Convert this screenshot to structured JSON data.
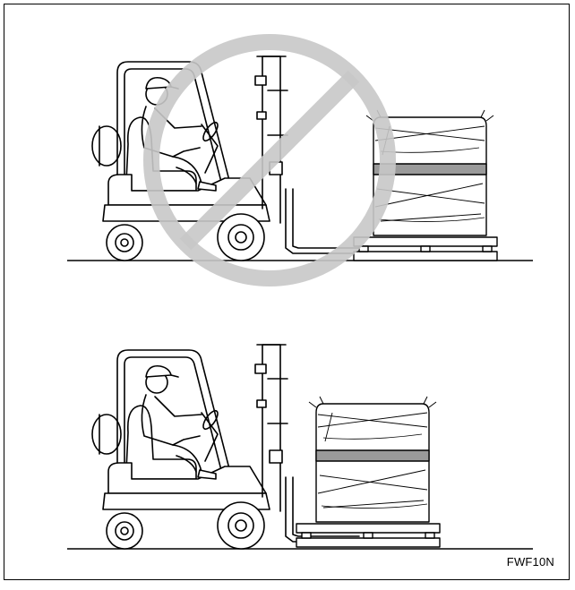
{
  "figure": {
    "code_label": "FWF10N",
    "panels": [
      {
        "id": "top",
        "state": "prohibited",
        "prohibition_symbol": "no-entry-circle-icon",
        "prohibition_color": "#c8c8c8"
      },
      {
        "id": "bottom",
        "state": "correct"
      }
    ],
    "line_color": "#000000",
    "band_color": "#9a9a9a"
  }
}
